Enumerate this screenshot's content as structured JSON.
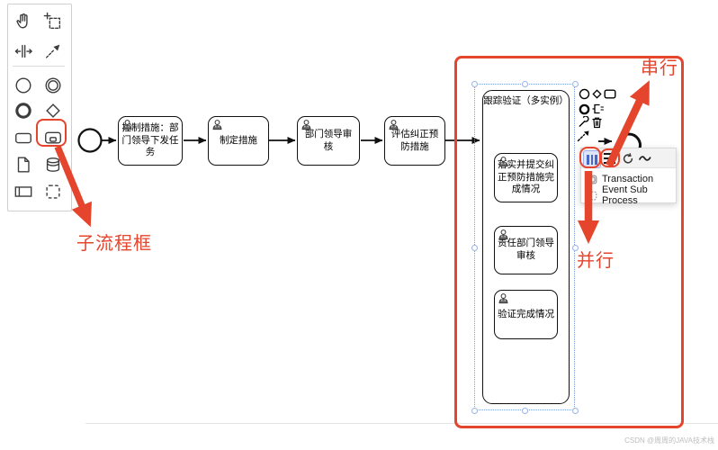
{
  "app": {
    "type": "bpmn-editor-canvas",
    "background": "#ffffff"
  },
  "colors": {
    "annotation_red": "#e4452c",
    "selection_blue": "#7ba2e0",
    "parallel_icon_blue": "#4a67c8",
    "popup_header_gray": "#f2f2f2",
    "diagram_stroke": "#111111"
  },
  "palette": {
    "tools": [
      "hand-tool-icon",
      "lasso-tool-icon",
      "space-tool-icon",
      "global-connect-tool-icon"
    ],
    "elements": [
      "start-event-icon",
      "intermediate-event-icon",
      "end-event-icon",
      "gateway-icon",
      "task-icon",
      "subprocess-icon",
      "data-object-icon",
      "data-store-icon",
      "participant-icon",
      "group-icon"
    ],
    "highlighted_element": "subprocess-icon"
  },
  "diagram": {
    "start_event": "start-event",
    "tasks": [
      {
        "label": "控制措施：部门领导下发任务"
      },
      {
        "label": "制定措施"
      },
      {
        "label": "部门领导审核"
      },
      {
        "label": "评估纠正预防措施"
      }
    ],
    "subprocess": {
      "title": "跟踪验证（多实例）",
      "tasks": [
        {
          "label": "落实并提交纠正预防措施完成情况"
        },
        {
          "label": "责任部门领导审核"
        },
        {
          "label": "验证完成情况"
        }
      ],
      "end_event": "end-event",
      "marker": "parallel-multi-instance"
    }
  },
  "context_pad": {
    "icons": [
      "append-event-icon",
      "append-gateway-icon",
      "append-task-icon",
      "append-end-event-icon",
      "text-annotation-icon",
      "wrench-icon",
      "trash-icon",
      "connect-icon"
    ]
  },
  "popup_menu": {
    "header_icons": [
      "parallel-multi-instance-icon",
      "sequential-multi-instance-icon",
      "loop-icon",
      "adhoc-icon"
    ],
    "items": [
      {
        "label": "Transaction"
      },
      {
        "label": "Event Sub Process"
      }
    ]
  },
  "annotations": {
    "serial_label": "串行",
    "parallel_label": "并行",
    "subprocess_label": "子流程框"
  },
  "watermark": "CSDN @周周的JAVA技术栈"
}
